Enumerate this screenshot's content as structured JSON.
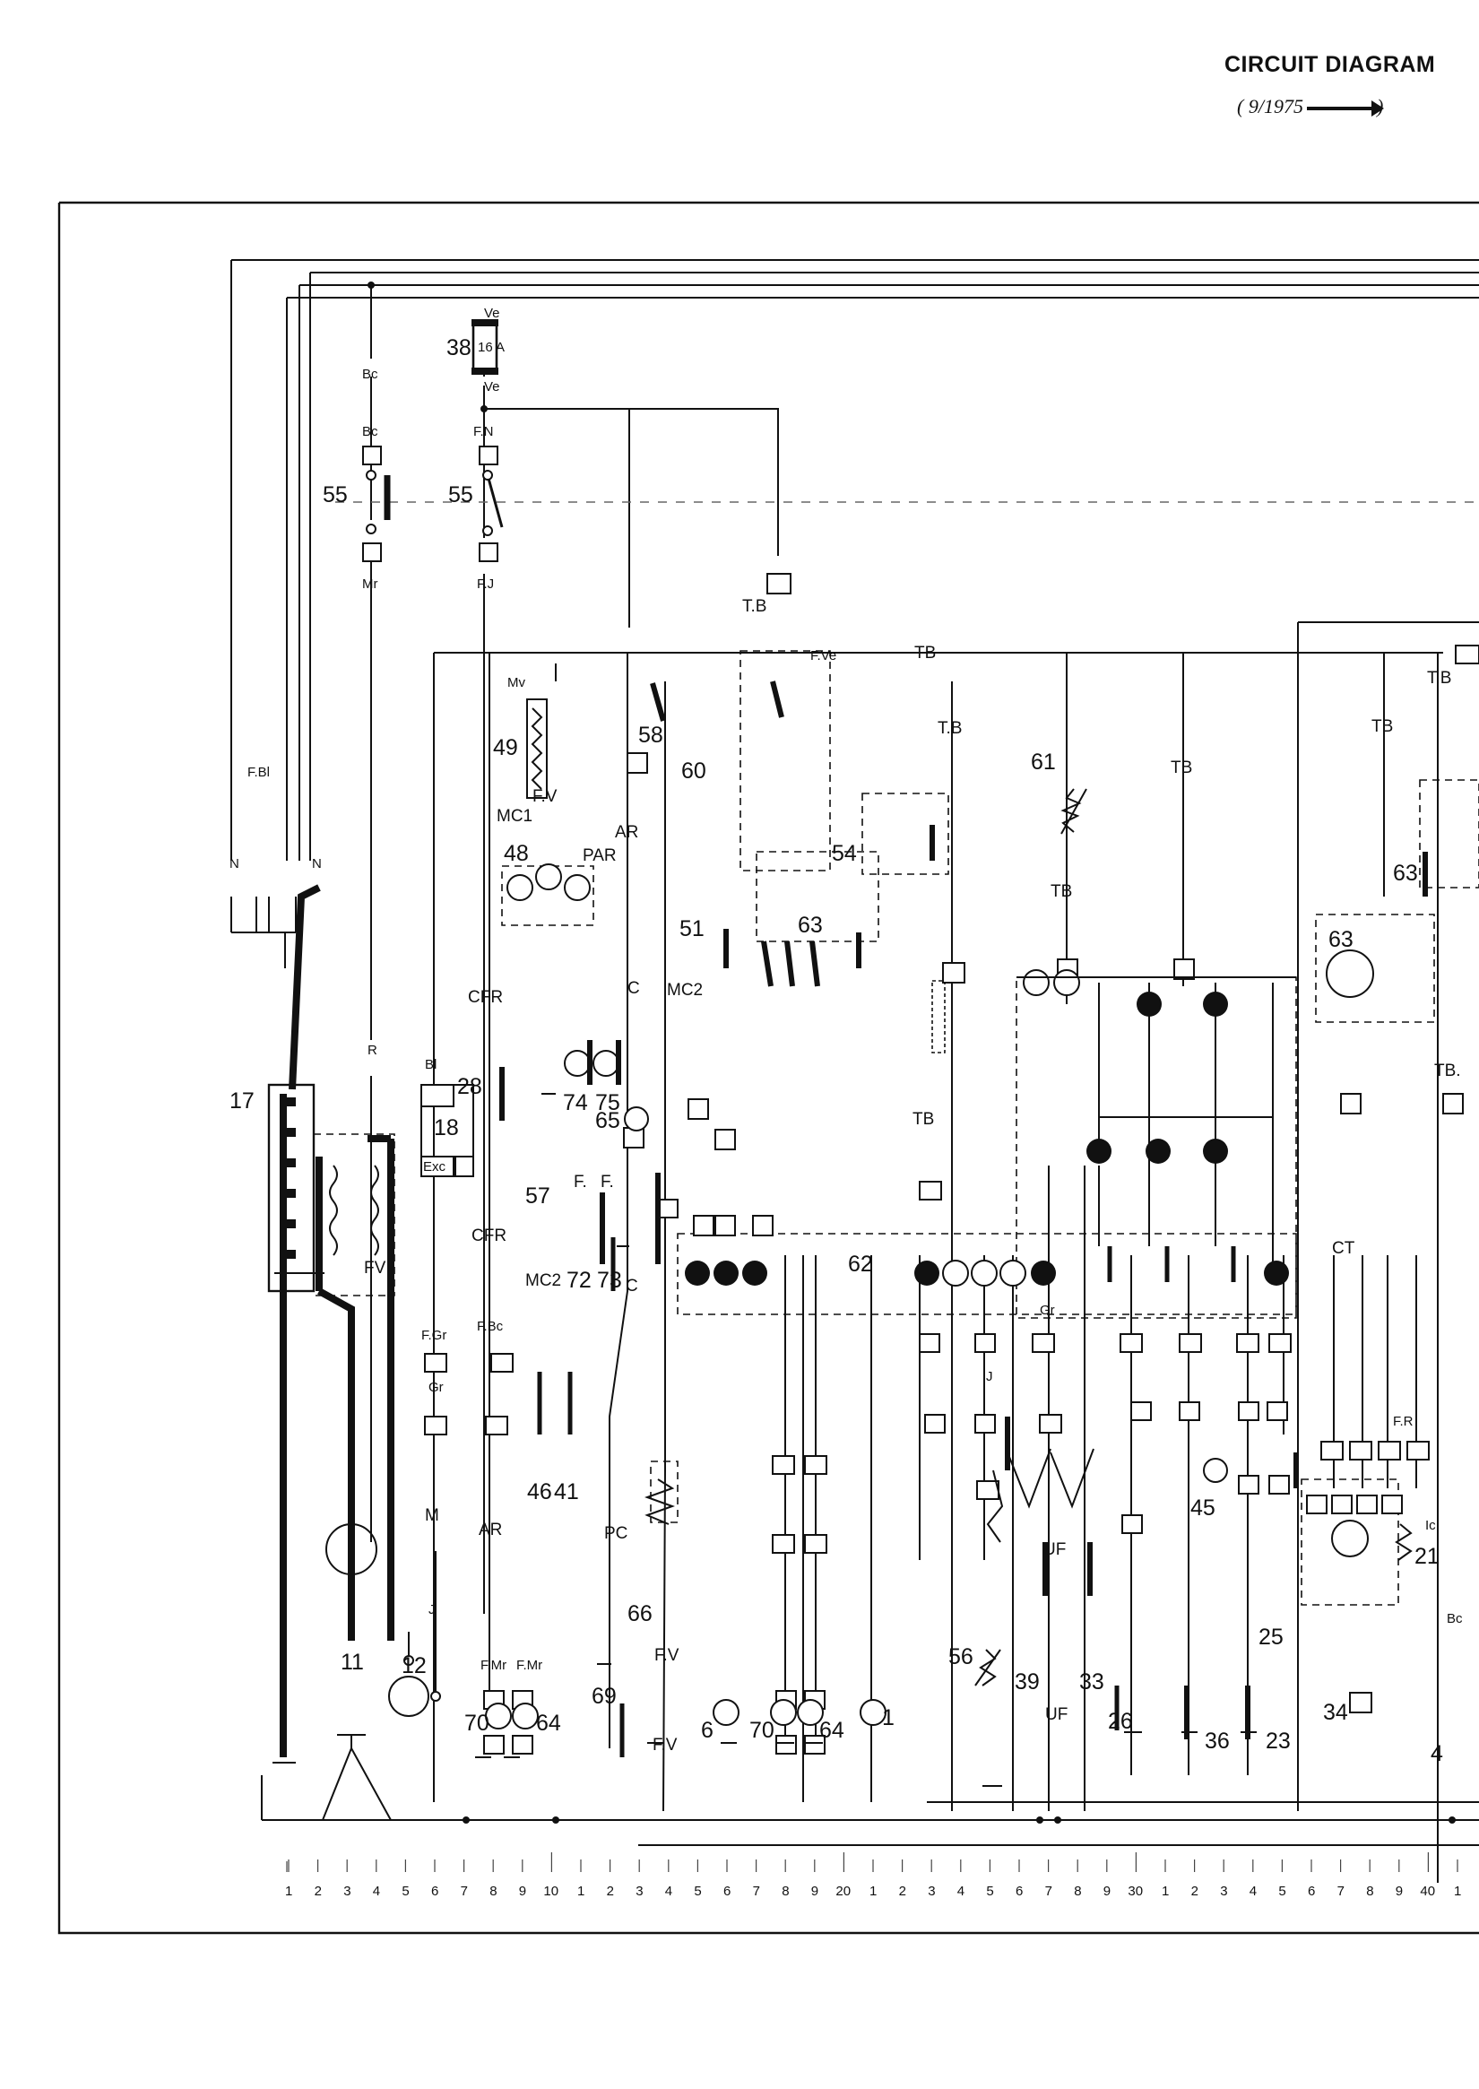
{
  "header": {
    "title": "CIRCUIT DIAGRAM",
    "date_open": "( 9/1975",
    "date_close": ")"
  },
  "diagram": {
    "components": [
      {
        "id": "17"
      },
      {
        "id": "11"
      },
      {
        "id": "12"
      },
      {
        "id": "55"
      },
      {
        "id": "55b",
        "text": "55"
      },
      {
        "id": "38"
      },
      {
        "id": "49"
      },
      {
        "id": "48"
      },
      {
        "id": "18"
      },
      {
        "id": "28"
      },
      {
        "id": "57"
      },
      {
        "id": "74"
      },
      {
        "id": "75"
      },
      {
        "id": "65"
      },
      {
        "id": "58"
      },
      {
        "id": "60"
      },
      {
        "id": "51"
      },
      {
        "id": "54"
      },
      {
        "id": "63"
      },
      {
        "id": "63b",
        "text": "63"
      },
      {
        "id": "63c",
        "text": "63"
      },
      {
        "id": "61"
      },
      {
        "id": "62"
      },
      {
        "id": "72"
      },
      {
        "id": "73"
      },
      {
        "id": "46"
      },
      {
        "id": "41"
      },
      {
        "id": "70"
      },
      {
        "id": "64"
      },
      {
        "id": "66"
      },
      {
        "id": "69"
      },
      {
        "id": "6"
      },
      {
        "id": "70b",
        "text": "70"
      },
      {
        "id": "64b",
        "text": "64"
      },
      {
        "id": "1"
      },
      {
        "id": "56"
      },
      {
        "id": "39"
      },
      {
        "id": "33"
      },
      {
        "id": "26"
      },
      {
        "id": "36"
      },
      {
        "id": "23"
      },
      {
        "id": "45"
      },
      {
        "id": "25"
      },
      {
        "id": "34"
      },
      {
        "id": "21"
      },
      {
        "id": "4"
      }
    ],
    "labels": [
      "Ve",
      "16 A",
      "Bc",
      "Mr",
      "F.N",
      "F.J",
      "F.Bl",
      "N",
      "R",
      "FV",
      "M",
      "J",
      "Gr",
      "F.Gr",
      "Bl",
      "Exc",
      "CFR",
      "F.Bc",
      "AR",
      "F.Mr",
      "Mv",
      "F.V",
      "MC1",
      "PAR",
      "Ic",
      "C",
      "MC2",
      "F.",
      "TB",
      "T.B",
      "F.Ve",
      "PC",
      "UF",
      "F.R",
      "CT",
      "TB.",
      "Bc",
      "Ic",
      "Gr",
      "J"
    ],
    "scale_numbers": [
      "1",
      "2",
      "3",
      "4",
      "5",
      "6",
      "7",
      "8",
      "9",
      "10",
      "1",
      "2",
      "3",
      "4",
      "5",
      "6",
      "7",
      "8",
      "9",
      "20",
      "1",
      "2",
      "3",
      "4",
      "5",
      "6",
      "7",
      "8",
      "9",
      "30",
      "1",
      "2",
      "3",
      "4",
      "5",
      "6",
      "7",
      "8",
      "9",
      "40",
      "1"
    ]
  }
}
